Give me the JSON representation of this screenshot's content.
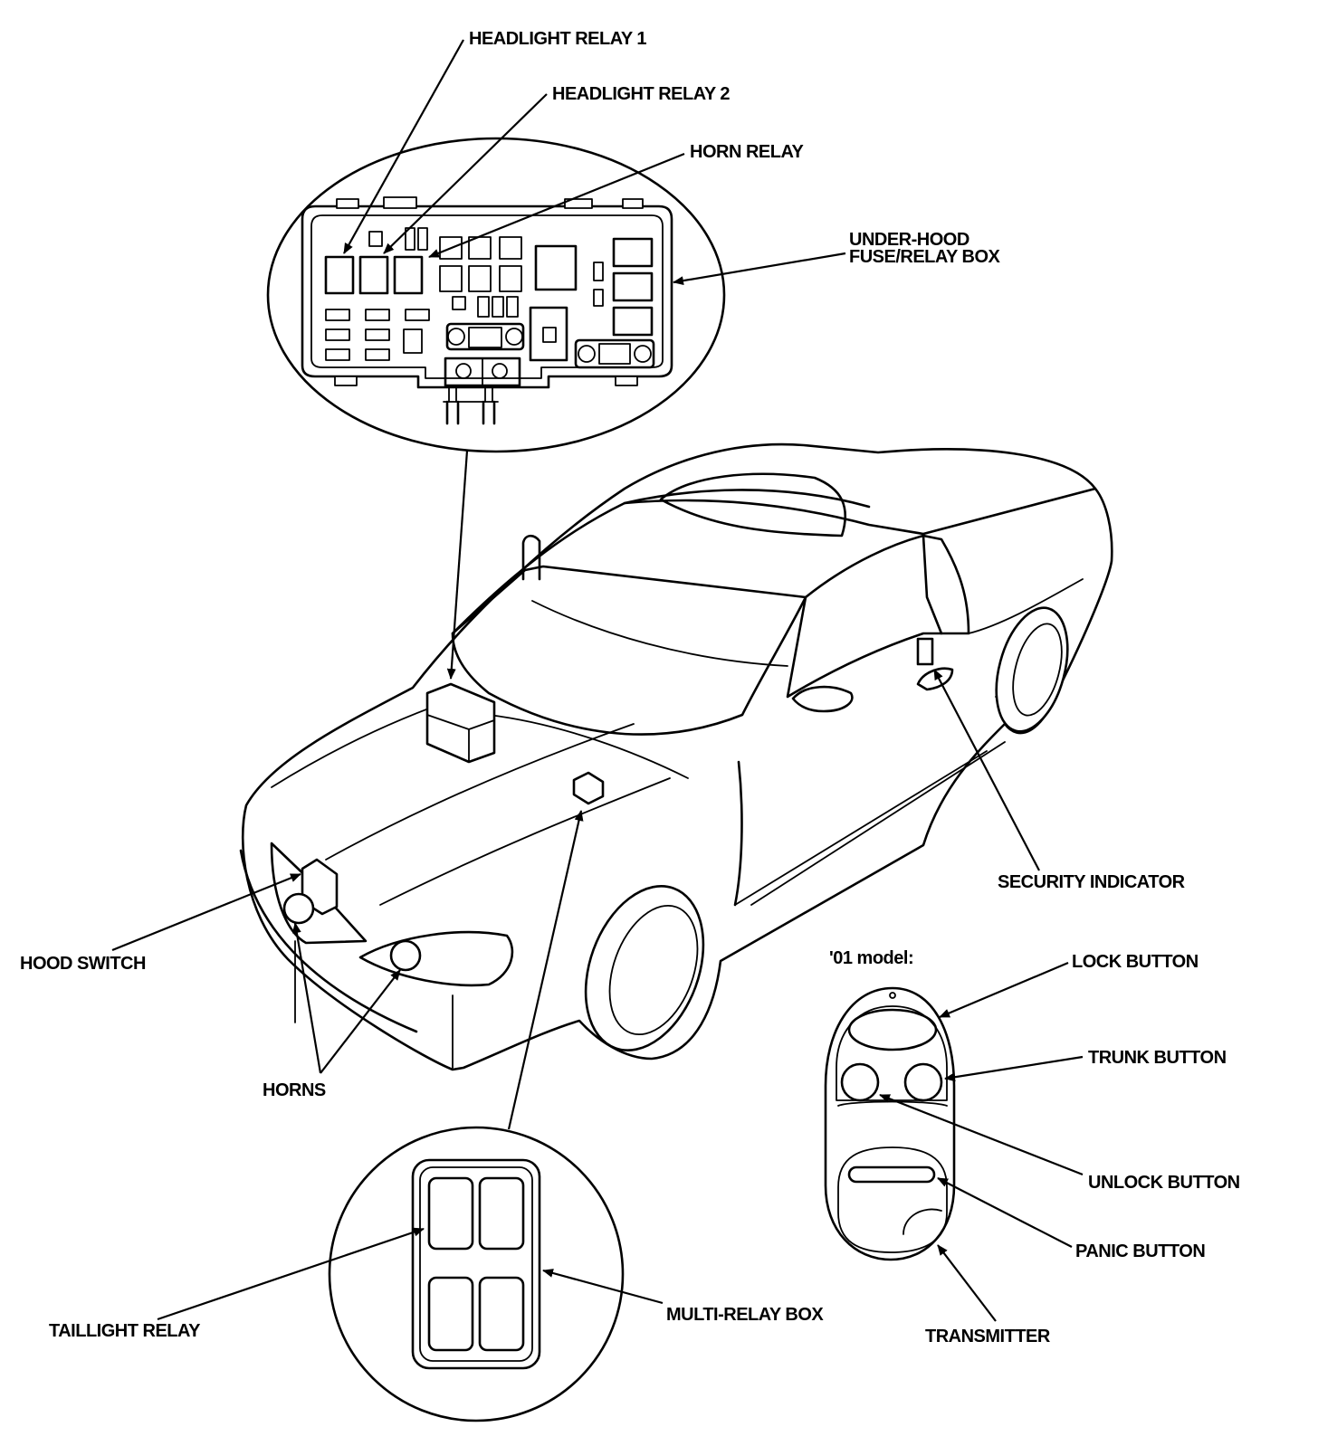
{
  "labels": {
    "headlight_relay_1": "HEADLIGHT RELAY 1",
    "headlight_relay_2": "HEADLIGHT RELAY 2",
    "horn_relay": "HORN RELAY",
    "under_hood_line1": "UNDER-HOOD",
    "under_hood_line2": "FUSE/RELAY BOX",
    "security_indicator": "SECURITY INDICATOR",
    "hood_switch": "HOOD SWITCH",
    "horns": "HORNS",
    "model_01": "'01 model:",
    "lock_button": "LOCK BUTTON",
    "trunk_button": "TRUNK BUTTON",
    "unlock_button": "UNLOCK BUTTON",
    "panic_button": "PANIC BUTTON",
    "transmitter": "TRANSMITTER",
    "taillight_relay": "TAILLIGHT RELAY",
    "multi_relay_box": "MULTI-RELAY BOX"
  },
  "colors": {
    "ink": "#000000",
    "paper": "#ffffff"
  }
}
